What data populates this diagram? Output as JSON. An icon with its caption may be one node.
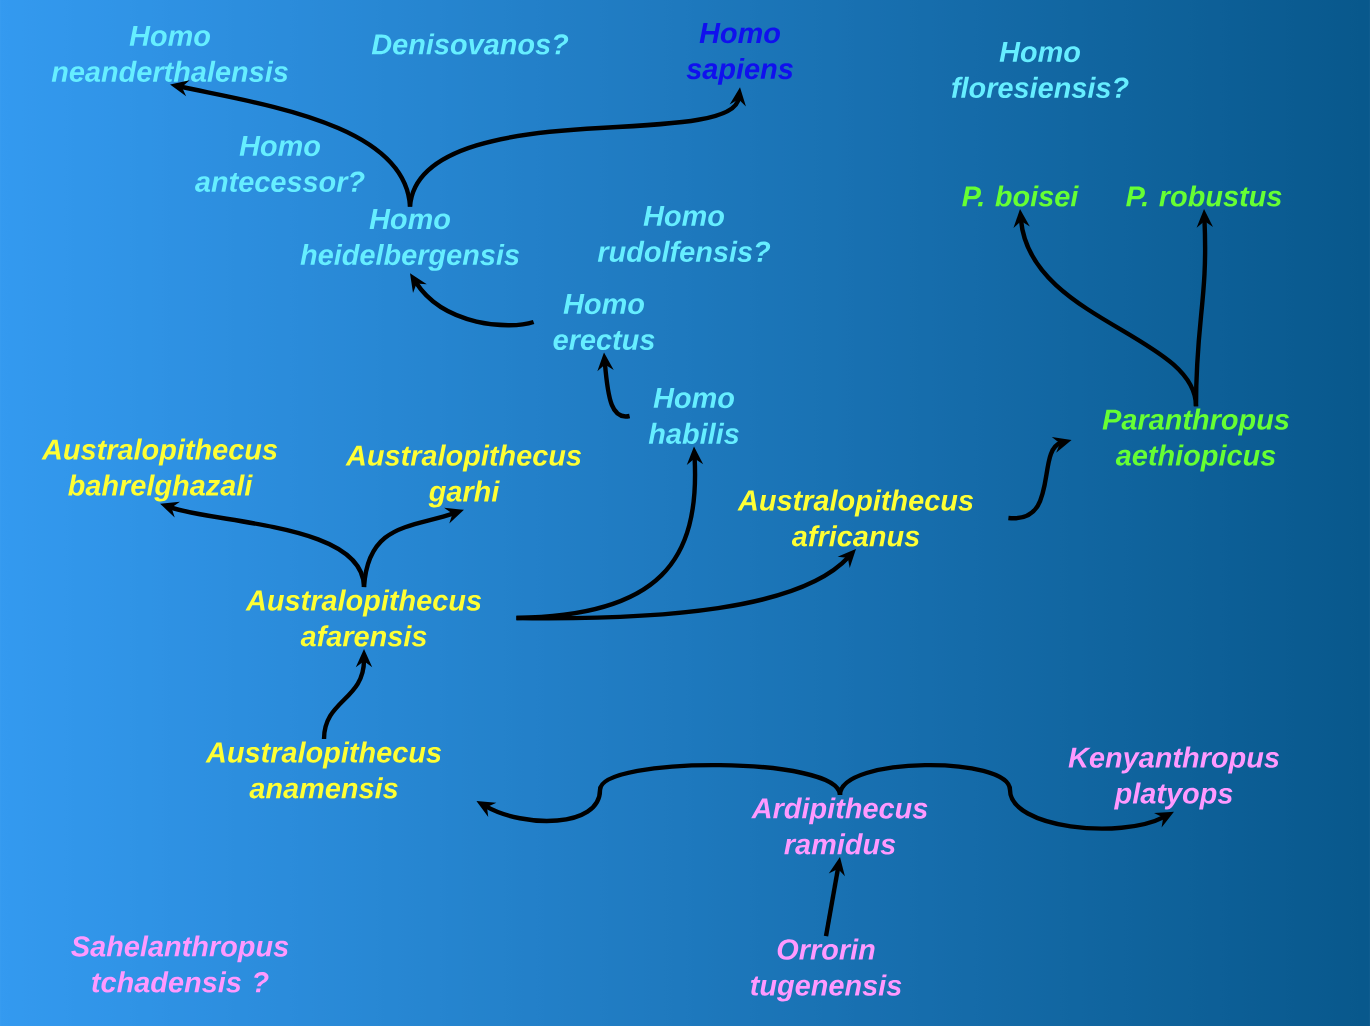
{
  "diagram": {
    "nodes": [
      {
        "text": [
          "Homo neanderthalensis"
        ]
      },
      {
        "text": [
          "Denisovanos?"
        ]
      },
      {
        "text": [
          "Homo sapiens"
        ]
      },
      {
        "text": [
          "Homo floresiensis?"
        ]
      },
      {
        "text": [
          "Homo antecessor?"
        ]
      },
      {
        "text": [
          "Homo heidelbergensis"
        ]
      },
      {
        "text": [
          "Homo rudolfensis?"
        ]
      },
      {
        "text": [
          "P. boisei"
        ]
      },
      {
        "text": [
          "P. robustus"
        ]
      },
      {
        "text": [
          "Homo erectus"
        ]
      },
      {
        "text": [
          "Homo habilis"
        ]
      },
      {
        "text": [
          "Paranthropus aethiopicus"
        ]
      },
      {
        "text": [
          "Australopithecus bahrelghazali"
        ]
      },
      {
        "text": [
          "Australopithecus garhi"
        ]
      },
      {
        "text": [
          "Australopithecus africanus"
        ]
      },
      {
        "text": [
          "Australopithecus afarensis"
        ]
      },
      {
        "text": [
          "Australopithecus anamensis"
        ]
      },
      {
        "text": [
          "Kenyanthropus platyops"
        ]
      },
      {
        "text": [
          "Ardipithecus ramidus"
        ]
      },
      {
        "text": [
          "Sahelanthropus tchadensis ?"
        ]
      },
      {
        "text": [
          "Orrorin tugenensis"
        ]
      }
    ],
    "edges": [
      {
        "from": 5,
        "to": 0,
        "arrow": "to"
      },
      {
        "from": 5,
        "to": 2,
        "arrow": "to"
      },
      {
        "from": 9,
        "to": 5,
        "arrow": "to"
      },
      {
        "from": 10,
        "to": 9,
        "arrow": "to"
      },
      {
        "from": 15,
        "to": 12,
        "arrow": "to"
      },
      {
        "from": 15,
        "to": 13,
        "arrow": "to"
      },
      {
        "from": 15,
        "to": 10,
        "arrow": "to"
      },
      {
        "from": 15,
        "to": 14,
        "arrow": "to"
      },
      {
        "from": 14,
        "to": 11,
        "arrow": "to"
      },
      {
        "from": 11,
        "to": 7,
        "arrow": "to"
      },
      {
        "from": 11,
        "to": 8,
        "arrow": "to"
      },
      {
        "from": 16,
        "to": 15,
        "arrow": "to"
      },
      {
        "from": 18,
        "to": 16,
        "arrow": "to"
      },
      {
        "from": 18,
        "to": 17,
        "arrow": "to"
      },
      {
        "from": 20,
        "to": 18,
        "arrow": "to"
      }
    ]
  }
}
